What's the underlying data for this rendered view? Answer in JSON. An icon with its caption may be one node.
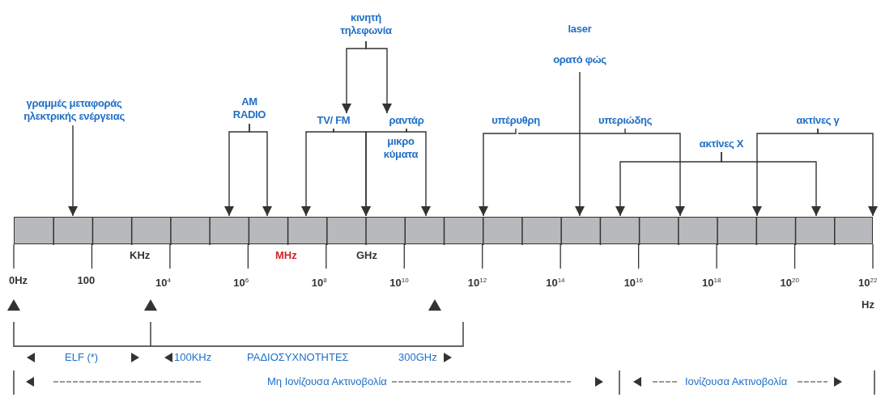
{
  "diagram": {
    "nodes": [
      {
        "text": [
          "γραμμές μεταφοράς ηλεκτρικής ενέργειας"
        ]
      },
      {
        "text": [
          "AM RADIO"
        ]
      },
      {
        "text": [
          "κινητή τηλεφωνία"
        ]
      },
      {
        "text": [
          "TV/ FM"
        ]
      },
      {
        "text": [
          "ραντάρ"
        ],
        "beside": [
          "μικρο κύματα"
        ]
      },
      {
        "text": [
          "laser",
          "ορατό φώς"
        ]
      },
      {
        "text": [
          "υπέρυθρη"
        ]
      },
      {
        "text": [
          "υπεριώδης"
        ]
      },
      {
        "text": [
          "ακτίνες X"
        ]
      },
      {
        "text": [
          "ακτίνες γ"
        ]
      },
      {
        "text": [],
        "shape": "bar"
      }
    ],
    "edges": [
      {
        "from": 0,
        "to": 10,
        "arrow": "to"
      },
      {
        "from": 1,
        "to": 10,
        "arrow": "to"
      },
      {
        "from": 1,
        "to": 10,
        "arrow": "to"
      },
      {
        "from": 2,
        "to": 3,
        "arrow": "to"
      },
      {
        "from": 2,
        "to": 4,
        "arrow": "to"
      },
      {
        "from": 3,
        "to": 10,
        "arrow": "to"
      },
      {
        "from": 3,
        "to": 10,
        "arrow": "to"
      },
      {
        "from": 4,
        "to": 10,
        "arrow": "to"
      },
      {
        "from": 4,
        "to": 10,
        "arrow": "to"
      },
      {
        "from": 5,
        "to": 10,
        "arrow": "to"
      },
      {
        "from": 6,
        "to": 10,
        "arrow": "to"
      },
      {
        "from": 7,
        "to": 10,
        "arrow": "to"
      },
      {
        "from": 8,
        "to": 10,
        "arrow": "to"
      },
      {
        "from": 8,
        "to": 10,
        "arrow": "to"
      },
      {
        "from": 9,
        "to": 10,
        "arrow": "to"
      },
      {
        "from": 9,
        "to": 10,
        "arrow": "to"
      }
    ],
    "labels": [
      "KHz",
      "MHz",
      "GHz",
      "0Hz",
      "100",
      "10$^{4}$",
      "10$^{6}$",
      "10$^{8}$",
      "10$^{10}$",
      "10$^{12}$",
      "10$^{14}$",
      "10$^{16}$",
      "10$^{18}$",
      "10$^{20}$",
      "10$^{22}$",
      "Hz",
      "ELF (*)",
      "100KHz",
      "ΡΑΔΙΟΣΥΧΝΟΤΗΤΕΣ",
      "300GHz",
      "Μη Ιονίζουσα Ακτινοβολία",
      "Ιονίζουσα Ακτινοβολία"
    ]
  }
}
